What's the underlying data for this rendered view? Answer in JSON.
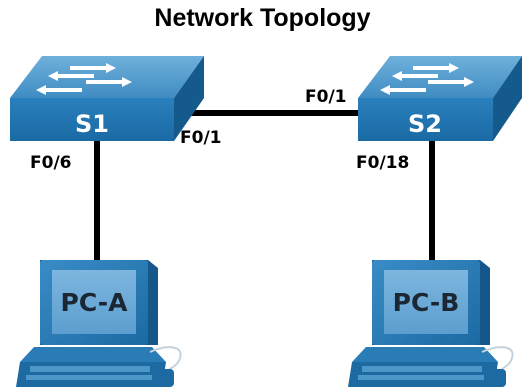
{
  "title": "Network Topology",
  "colors": {
    "device_blue": "#1f73ac",
    "device_light": "#4d96c8",
    "device_dark": "#0f4e7c",
    "link": "#000000",
    "label_text": "#ffffff"
  },
  "devices": {
    "s1": {
      "label": "S1",
      "type": "switch",
      "icon": "switch-icon"
    },
    "s2": {
      "label": "S2",
      "type": "switch",
      "icon": "switch-icon"
    },
    "pca": {
      "label": "PC-A",
      "type": "pc",
      "icon": "computer-icon"
    },
    "pcb": {
      "label": "PC-B",
      "type": "pc",
      "icon": "computer-icon"
    }
  },
  "ports": {
    "s1_to_s2": "F0/1",
    "s2_to_s1": "F0/1",
    "s1_to_pca": "F0/6",
    "s2_to_pcb": "F0/18"
  },
  "links": [
    {
      "from": "S1",
      "from_port": "F0/1",
      "to": "S2",
      "to_port": "F0/1"
    },
    {
      "from": "S1",
      "from_port": "F0/6",
      "to": "PC-A"
    },
    {
      "from": "S2",
      "from_port": "F0/18",
      "to": "PC-B"
    }
  ]
}
